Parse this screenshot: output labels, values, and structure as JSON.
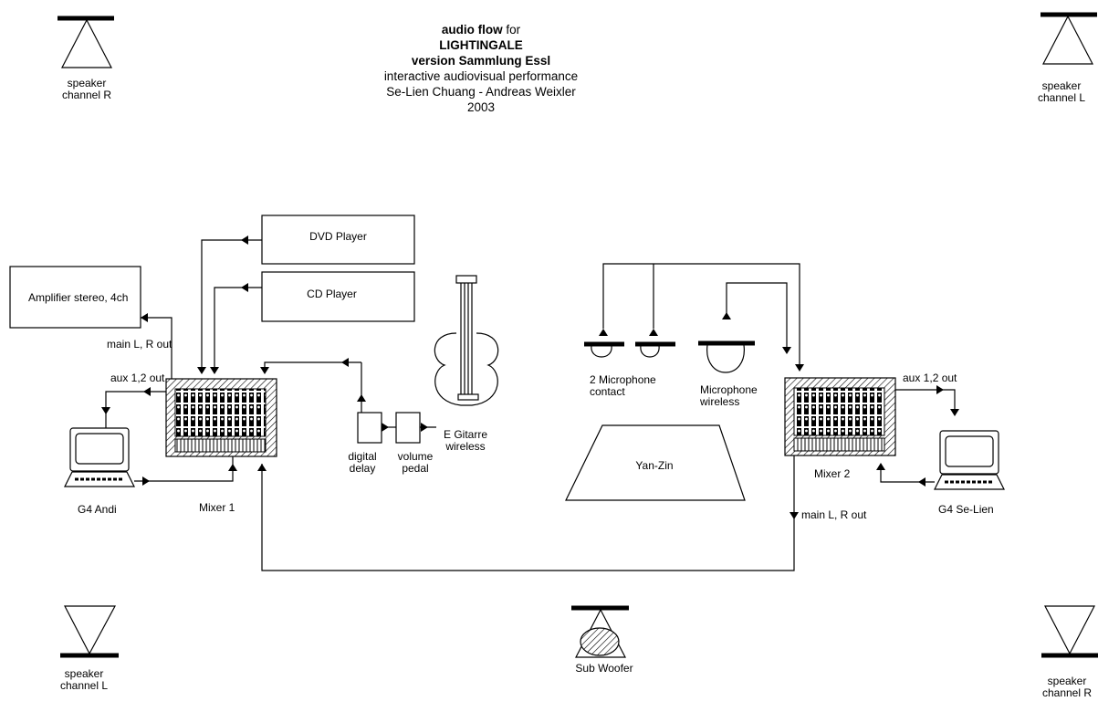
{
  "title": {
    "line1_bold": "audio flow",
    "line1_rest": " for",
    "line2": "LIGHTINGALE",
    "line3": "version Sammlung Essl",
    "line4": "interactive audiovisual performance",
    "line5": "Se-Lien Chuang - Andreas Weixler",
    "line6": "2003"
  },
  "speakers": {
    "top_left": [
      "speaker",
      "channel R"
    ],
    "top_right": [
      "speaker",
      "channel L"
    ],
    "bottom_left": [
      "speaker",
      "channel L"
    ],
    "bottom_right": [
      "speaker",
      "channel R"
    ],
    "subwoofer": "Sub Woofer"
  },
  "devices": {
    "dvd_player": "DVD Player",
    "cd_player": "CD Player",
    "amplifier": "Amplifier stereo, 4ch",
    "mixer1": "Mixer 1",
    "mixer2": "Mixer 2",
    "g4_andi": "G4 Andi",
    "g4_selien": "G4 Se-Lien",
    "digital_delay": [
      "digital",
      "delay"
    ],
    "volume_pedal": [
      "volume",
      "pedal"
    ],
    "e_gitarre": [
      "E Gitarre",
      "wireless"
    ],
    "mic_contact": [
      "2 Microphone",
      "contact"
    ],
    "mic_wireless": [
      "Microphone",
      "wireless"
    ],
    "yanzin": "Yan-Zin"
  },
  "signals": {
    "main_out_left": "main L, R out",
    "aux_out_left": "aux 1,2 out",
    "aux_out_right": "aux 1,2 out",
    "main_out_right": "main L, R out"
  }
}
